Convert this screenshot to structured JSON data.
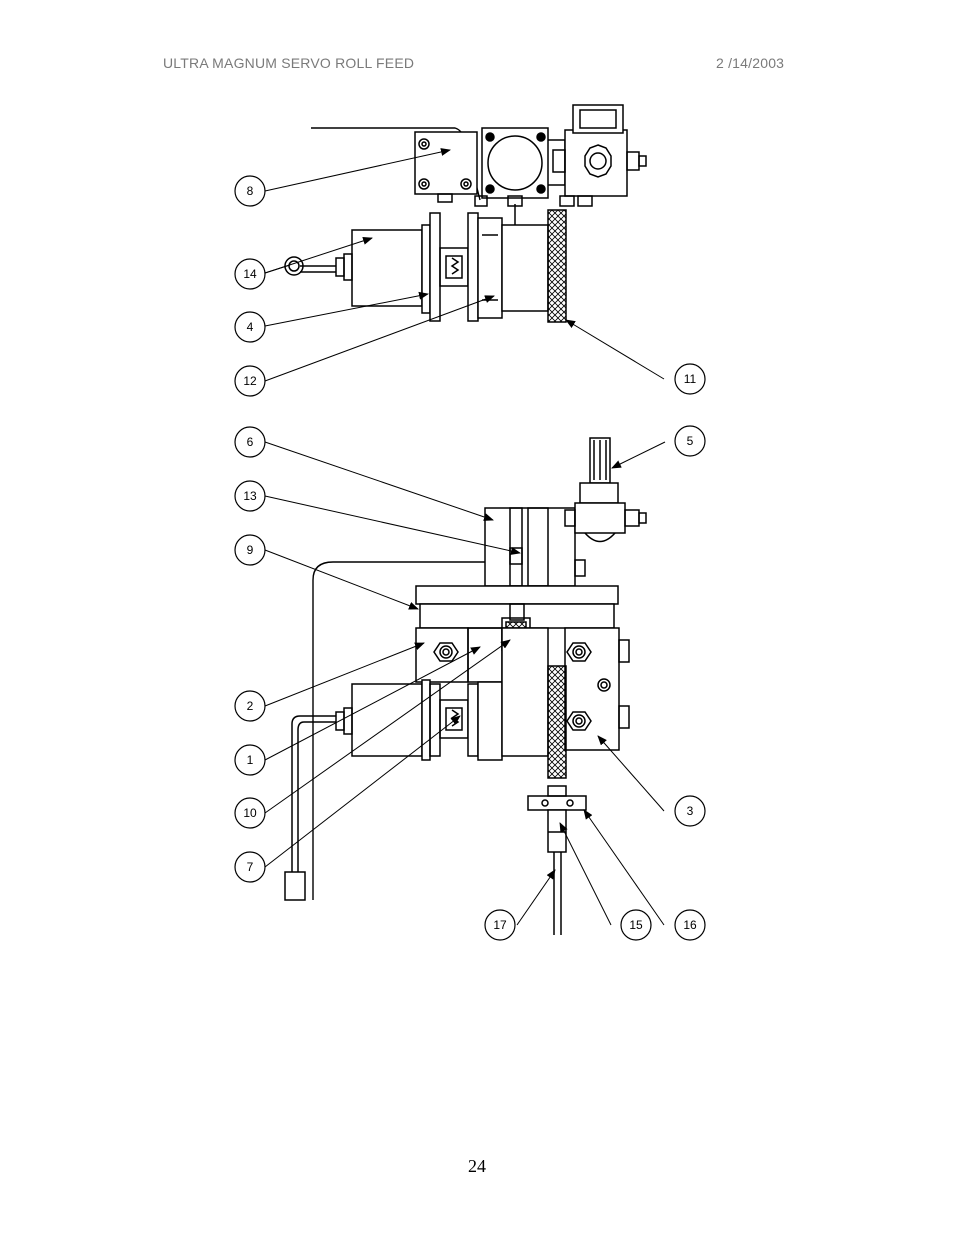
{
  "header": {
    "title": "ULTRA MAGNUM SERVO ROLL FEED",
    "date": "2 /14/2003"
  },
  "footer": {
    "page_number": "24"
  },
  "callouts": {
    "c1": "1",
    "c2": "2",
    "c3": "3",
    "c4": "4",
    "c5": "5",
    "c6": "6",
    "c7": "7",
    "c8": "8",
    "c9": "9",
    "c10": "10",
    "c11": "11",
    "c12": "12",
    "c13": "13",
    "c14": "14",
    "c15": "15",
    "c16": "16",
    "c17": "17"
  }
}
